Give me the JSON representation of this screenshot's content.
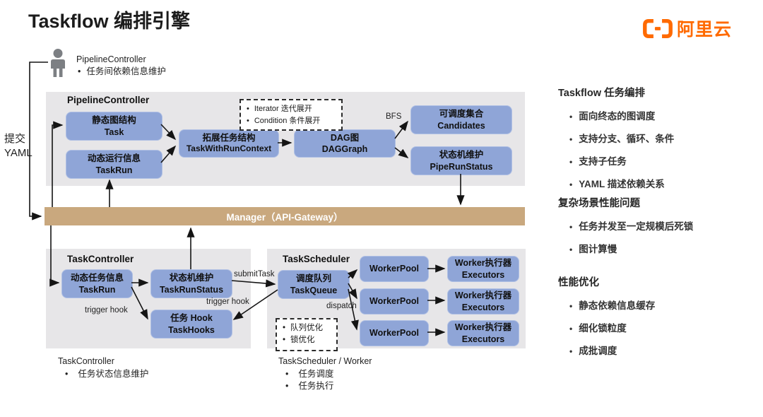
{
  "slide": {
    "title": "Taskflow 编排引擎"
  },
  "logo": {
    "name": "阿里云"
  },
  "colors": {
    "accent_blue": "#8FA5D7",
    "panel_gray": "#E7E6E8",
    "manager_tan": "#C9A87E",
    "brand_orange": "#FF6A00"
  },
  "actor": {
    "title": "PipelineController",
    "bullet": "任务间依赖信息维护"
  },
  "submit": {
    "line1": "提交",
    "line2": "YAML"
  },
  "pipeline": {
    "label": "PipelineController",
    "task": {
      "cn": "静态图结构",
      "en": "Task"
    },
    "taskrun": {
      "cn": "动态运行信息",
      "en": "TaskRun"
    },
    "with_run_context": {
      "cn": "拓展任务结构",
      "en": "TaskWithRunContext"
    },
    "dag": {
      "cn": "DAG图",
      "en": "DAGGraph"
    },
    "candidates": {
      "cn": "可调度集合",
      "en": "Candidates"
    },
    "pipe_run_status": {
      "cn": "状态机维护",
      "en": "PipeRunStatus"
    },
    "expand_note": {
      "item1": "Iterator 迭代展开",
      "item2": "Condition 条件展开"
    },
    "bfs": "BFS"
  },
  "manager": {
    "label": "Manager（API-Gateway）"
  },
  "controller": {
    "label": "TaskController",
    "taskrun": {
      "cn": "动态任务信息",
      "en": "TaskRun"
    },
    "run_status": {
      "cn": "状态机维护",
      "en": "TaskRunStatus"
    },
    "hooks": {
      "cn": "任务 Hook",
      "en": "TaskHooks"
    },
    "trigger_hook": "trigger hook"
  },
  "scheduler": {
    "label": "TaskScheduler",
    "queue": {
      "cn": "调度队列",
      "en": "TaskQueue"
    },
    "worker_pool": "WorkerPool",
    "executor": {
      "cn": "Worker执行器",
      "en": "Executors"
    },
    "submit_task": "submitTask",
    "dispatch": "dispatch",
    "opt_note": {
      "item1": "队列优化",
      "item2": "锁优化"
    }
  },
  "captions": {
    "controller": {
      "title": "TaskController",
      "bullet1": "任务状态信息维护"
    },
    "scheduler": {
      "title": "TaskScheduler / Worker",
      "bullet1": "任务调度",
      "bullet2": "任务执行"
    }
  },
  "notes": {
    "s1": {
      "heading": "Taskflow 任务编排",
      "b1": "面向终态的图调度",
      "b2": "支持分支、循环、条件",
      "b3": "支持子任务",
      "b4": "YAML 描述依赖关系"
    },
    "s2": {
      "heading": "复杂场景性能问题",
      "b1": "任务并发至一定规模后死锁",
      "b2": "图计算慢"
    },
    "s3": {
      "heading": "性能优化",
      "b1": "静态依赖信息缓存",
      "b2": "细化锁粒度",
      "b3": "成批调度"
    }
  }
}
